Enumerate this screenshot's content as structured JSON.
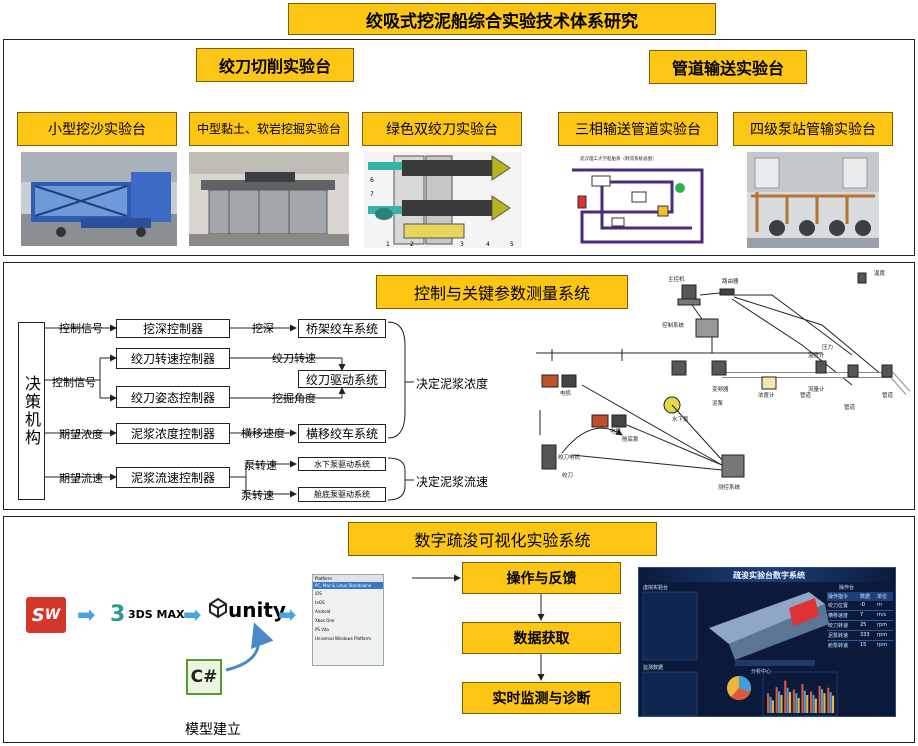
{
  "title": "绞吸式挖泥船综合实验技术体系研究",
  "section1": {
    "left_title": "绞刀切削实验台",
    "right_title": "管道输送实验台",
    "benches": [
      "小型挖沙实验台",
      "中型黏土、软岩挖掘实验台",
      "绿色双绞刀实验台",
      "三相输送管道实验台",
      "四级泵站管输实验台"
    ],
    "pipeline_photo_caption": "武汉理工大学船舶系（制流系统总图）",
    "cutter_numbers": [
      "6",
      "7",
      "1",
      "2",
      "3",
      "4",
      "5"
    ]
  },
  "section2": {
    "title": "控制与关键参数测量系统",
    "decision": "决策机构",
    "signals": [
      "控制信号",
      "控制信号",
      "期望浓度",
      "期望流速"
    ],
    "controllers": [
      "挖深控制器",
      "绞刀转速控制器",
      "绞刀姿态控制器",
      "泥浆浓度控制器",
      "泥浆流速控制器"
    ],
    "edge_labels": [
      "挖深",
      "绞刀转速",
      "挖掘角度",
      "横移速度",
      "泵转速",
      "泵转速"
    ],
    "systems": [
      "桥架绞车系统",
      "绞刀驱动系统",
      "横移绞车系统",
      "水下泵驱动系统",
      "舱底泵驱动系统"
    ],
    "outputs": [
      "决定泥浆浓度",
      "决定泥浆流速"
    ],
    "network_labels": [
      "路由器",
      "主控机",
      "控制系统",
      "浓度计",
      "流量计",
      "温度",
      "压力",
      "管道",
      "管道",
      "管道",
      "电机",
      "电机",
      "变频器",
      "绞刀电机",
      "测控系统",
      "泥泵",
      "水下泵",
      "舱底泵",
      "绞刀",
      "温度计"
    ]
  },
  "section3": {
    "title": "数字疏浚可视化实验系统",
    "tool_labels": [
      "3DS MAX",
      "unity"
    ],
    "platform_header": "Platform",
    "platform_items": [
      "PC, Mac & Linux Standalone",
      "iOS",
      "tvOS",
      "Android",
      "Xbox One",
      "PS Vita",
      "Universal Windows Platform"
    ],
    "csharp_label": "C#",
    "model_caption": "模型建立",
    "flow": [
      "操作与反馈",
      "数据获取",
      "实时监测与诊断"
    ],
    "dashboard_title": "疏浚实验台数字系统",
    "dashboard_labels": [
      "虚拟实验台",
      "操作台",
      "分析中心",
      "监测数据"
    ],
    "dashboard_table": [
      [
        "操作指令",
        "数据",
        "单位"
      ],
      [
        "绞刀位置",
        "-0",
        "m"
      ],
      [
        "横移速度",
        "7",
        "m/s"
      ],
      [
        "绞刀转速",
        "25",
        "rpm"
      ],
      [
        "泥泵转速",
        "333",
        "rpm"
      ],
      [
        "舱泵转速",
        "15",
        "rpm"
      ]
    ],
    "bar_chart": {
      "type": "bar",
      "series": [
        {
          "values": [
            0.55,
            0.72,
            0.9,
            0.65,
            0.8,
            0.6,
            0.75,
            0.7
          ]
        },
        {
          "values": [
            0.45,
            0.6,
            0.7,
            0.55,
            0.62,
            0.5,
            0.66,
            0.58
          ]
        },
        {
          "values": [
            0.35,
            0.5,
            0.58,
            0.42,
            0.5,
            0.4,
            0.55,
            0.48
          ]
        }
      ],
      "colors": [
        "#e0563b",
        "#3aa0e0",
        "#f0b43a"
      ]
    }
  },
  "colors": {
    "accent": "#fdc614",
    "border": "#222222",
    "arrow_blue": "#4aa3df",
    "dash_bg": "#0b1a3a"
  }
}
